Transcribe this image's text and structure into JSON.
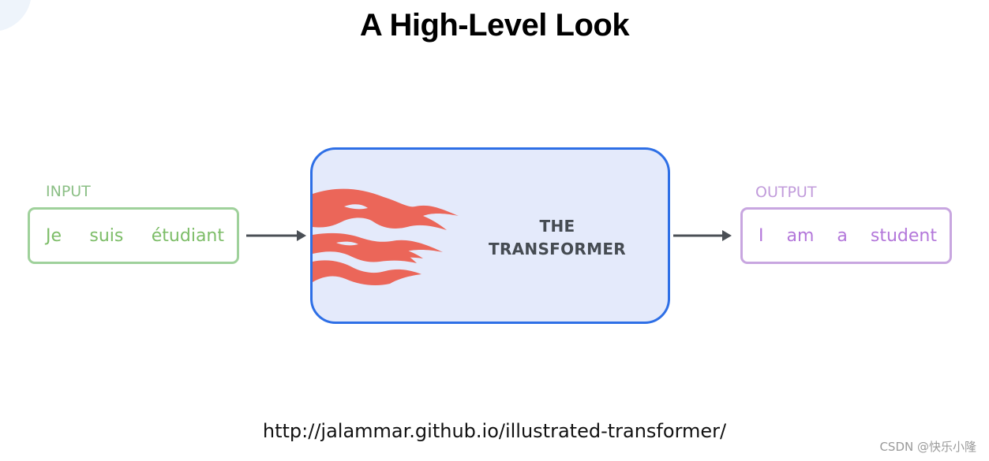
{
  "title": "A High-Level Look",
  "input": {
    "label": "INPUT",
    "tokens": [
      "Je",
      "suis",
      "étudiant"
    ]
  },
  "transformer": {
    "line1": "THE",
    "line2": "TRANSFORMER",
    "icon": "flame-icon"
  },
  "output": {
    "label": "OUTPUT",
    "tokens": [
      "I",
      "am",
      "a",
      "student"
    ]
  },
  "source_url": "http://jalammar.github.io/illustrated-transformer/",
  "watermark": "CSDN @快乐小隆",
  "colors": {
    "input": "#7dbd68",
    "output": "#b377da",
    "transformer_border": "#2e6fe6",
    "transformer_fill": "#e4eafb",
    "flame": "#eb6659",
    "arrow": "#4a4f55"
  }
}
